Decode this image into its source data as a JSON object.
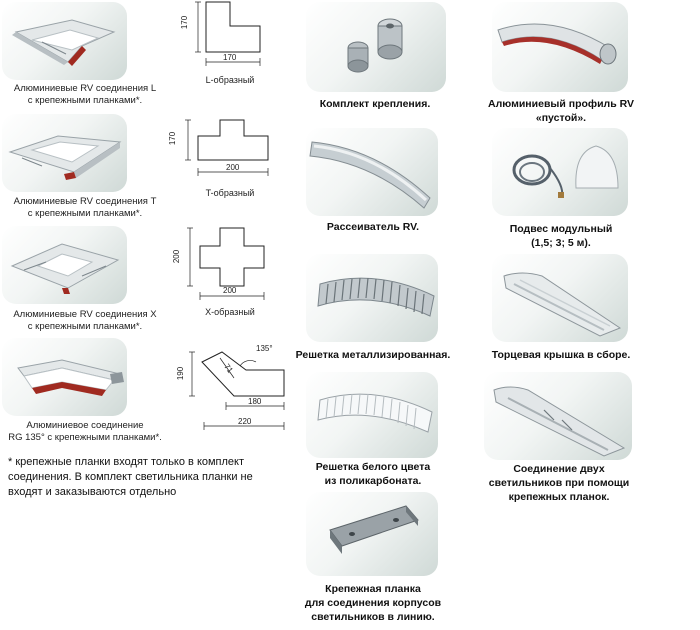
{
  "left_items": [
    {
      "caption": "Алюминиевые RV соединения L\nс крепежными планками*."
    },
    {
      "caption": "Алюминиевые RV соединения T\nс крепежными планками*."
    },
    {
      "caption": "Алюминиевые RV соединения X\nс крепежными планками*."
    },
    {
      "caption": "Алюминиевое соединение\nRG 135° с крепежными планками*."
    }
  ],
  "diagrams": {
    "l": {
      "label": "L-образный",
      "dim_v": "170",
      "dim_h": "170"
    },
    "t": {
      "label": "T-образный",
      "dim_v": "170",
      "dim_h": "200"
    },
    "x": {
      "label": "X-образный",
      "dim_v": "200",
      "dim_h": "200"
    },
    "rg": {
      "dim_angle": "135°",
      "dim_v": "190",
      "dim_diag": "71",
      "dim_h1": "180",
      "dim_h2": "220"
    }
  },
  "note": "* крепежные планки входят только в комплект соединения. В комплект светильника планки не входят и заказываются отдельно",
  "right_items": [
    {
      "caption": "Комплект крепления."
    },
    {
      "caption": "Алюминиевый профиль RV\n«пустой»."
    },
    {
      "caption": "Рассеиватель RV."
    },
    {
      "caption": "Подвес модульный\n(1,5; 3; 5 м)."
    },
    {
      "caption": "Решетка металлизированная."
    },
    {
      "caption": "Торцевая крышка в сборе."
    },
    {
      "caption": "Решетка белого цвета\nиз поликарбоната."
    },
    {
      "caption": "Соединение двух\nсветильников при помощи\nкрепежных планок."
    },
    {
      "caption": "Крепежная планка\nдля соединения корпусов\nсветильников в линию."
    }
  ]
}
